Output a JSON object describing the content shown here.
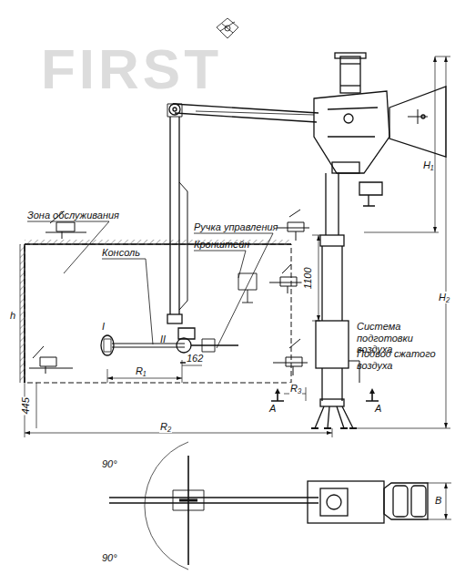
{
  "diagram": {
    "labels": [
      "FIRST",
      "Зона обслуживания",
      "Консоль",
      "Ручка управления",
      "Кронштейн",
      "I",
      "II",
      "162",
      "R₁",
      "1100",
      "Система подготовки воздуха",
      "Подвод сжатого воздуха",
      "А",
      "А",
      "R₃",
      "445",
      "R₂",
      "H₁",
      "H₂",
      "h",
      "90°",
      "90°",
      "B"
    ]
  }
}
